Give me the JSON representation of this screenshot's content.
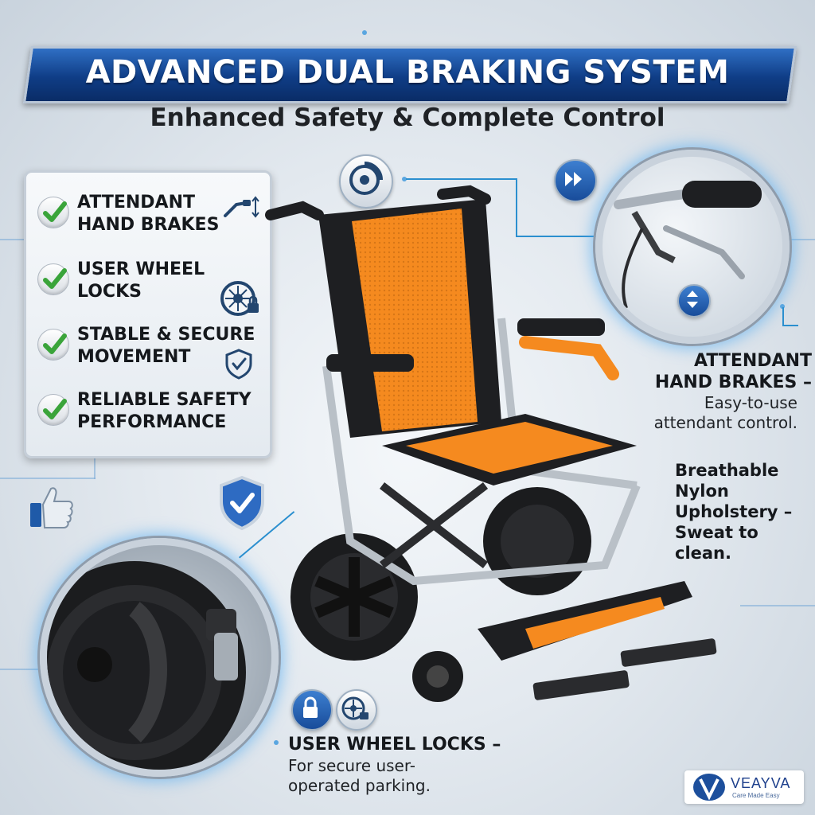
{
  "header": {
    "title": "ADVANCED DUAL BRAKING SYSTEM",
    "subtitle": "Enhanced Safety & Complete Control"
  },
  "features": [
    {
      "line1": "ATTENDANT",
      "line2": "HAND BRAKES",
      "icon": "hand-brake-icon"
    },
    {
      "line1": "USER WHEEL",
      "line2": "LOCKS",
      "icon": "wheel-lock-icon"
    },
    {
      "line1": "STABLE & SECURE",
      "line2": "MOVEMENT",
      "icon": "shield-check-icon"
    },
    {
      "line1": "RELIABLE SAFETY",
      "line2": "PERFORMANCE",
      "icon": ""
    }
  ],
  "callouts": {
    "attendant": {
      "title_line1": "ATTENDANT",
      "title_line2": "HAND BRAKES –",
      "text_line1": "Easy-to-use",
      "text_line2": "attendant control."
    },
    "upholstery": {
      "line1": "Breathable",
      "line2": "Nylon",
      "line3": "Upholstery –",
      "line4": "Sweat to",
      "line5": "clean."
    },
    "wheel_locks": {
      "title": "USER WHEEL LOCKS –",
      "text_line1": "For secure user-",
      "text_line2": "operated parking."
    }
  },
  "brand": {
    "name": "VEAYVA",
    "tagline": "Care Made Easy"
  },
  "colors": {
    "accent_blue": "#0f3d86",
    "upholstery_orange": "#f58a1f",
    "check_green": "#3aa43a",
    "glow_blue": "#2b8fcf"
  }
}
